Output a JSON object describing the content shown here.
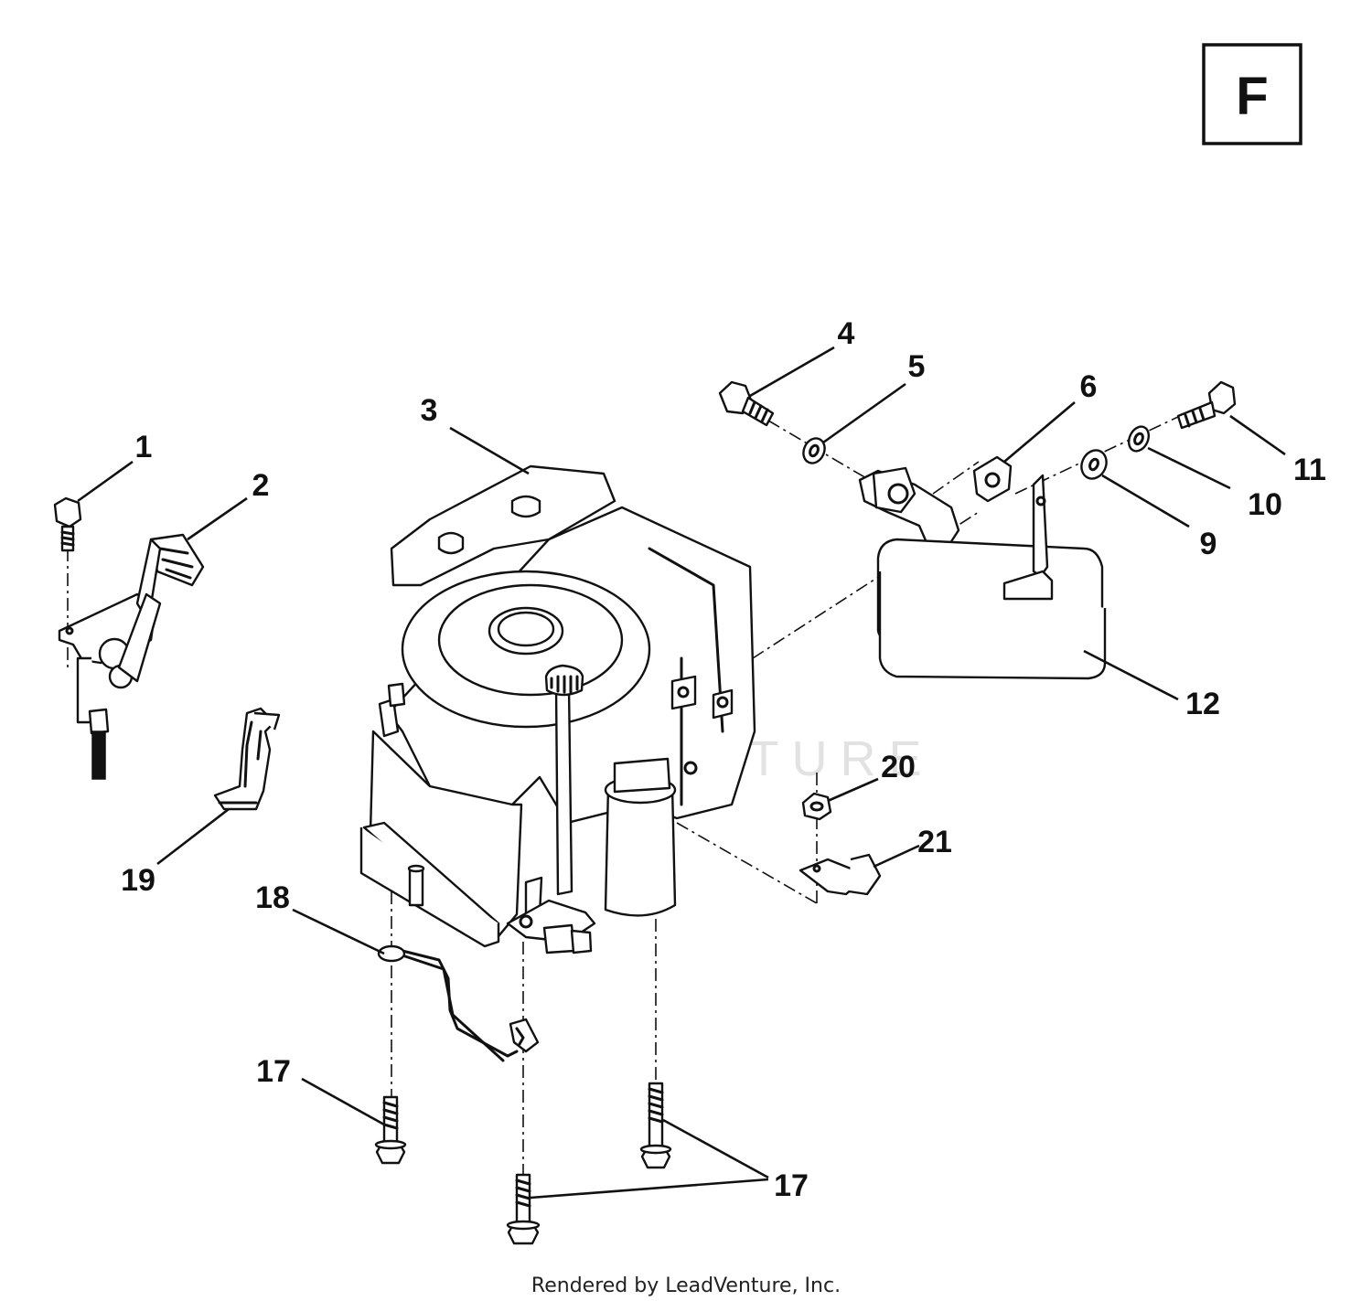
{
  "section_letter": "F",
  "watermark": {
    "text": "LEADVENTURE"
  },
  "footer": {
    "rendered_by": "Rendered by LeadVenture, Inc."
  },
  "callouts": {
    "c1": "1",
    "c2": "2",
    "c3": "3",
    "c4": "4",
    "c5": "5",
    "c6": "6",
    "c9": "9",
    "c10": "10",
    "c11": "11",
    "c12": "12",
    "c17a": "17",
    "c17b": "17",
    "c18": "18",
    "c19": "19",
    "c20": "20",
    "c21": "21"
  },
  "colors": {
    "line": "#111111",
    "background": "#ffffff",
    "watermark": "#e2e2e2"
  }
}
